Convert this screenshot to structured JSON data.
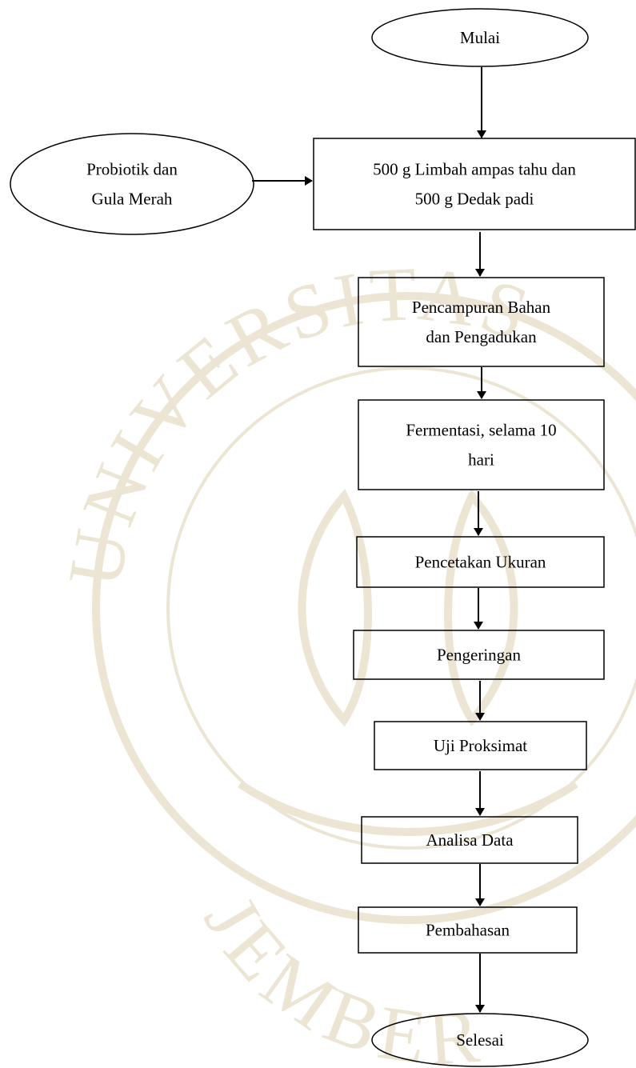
{
  "diagram": {
    "nodes": [
      {
        "id": "mulai",
        "shape": "ellipse",
        "lines": [
          "Mulai"
        ]
      },
      {
        "id": "probiotik",
        "shape": "ellipse",
        "lines": [
          "Probiotik dan",
          "Gula Merah"
        ]
      },
      {
        "id": "bahan",
        "shape": "rect",
        "lines": [
          "500 g Limbah ampas tahu dan",
          "500 g Dedak padi"
        ]
      },
      {
        "id": "pencampuran",
        "shape": "rect",
        "lines": [
          "Pencampuran Bahan",
          "dan Pengadukan"
        ]
      },
      {
        "id": "fermentasi",
        "shape": "rect",
        "lines": [
          "Fermentasi, selama 10",
          "hari"
        ]
      },
      {
        "id": "pencetakan",
        "shape": "rect",
        "lines": [
          "Pencetakan Ukuran"
        ]
      },
      {
        "id": "pengeringan",
        "shape": "rect",
        "lines": [
          "Pengeringan"
        ]
      },
      {
        "id": "uji",
        "shape": "rect",
        "lines": [
          "Uji Proksimat"
        ]
      },
      {
        "id": "analisa",
        "shape": "rect",
        "lines": [
          "Analisa Data"
        ]
      },
      {
        "id": "pembahasan",
        "shape": "rect",
        "lines": [
          "Pembahasan"
        ]
      },
      {
        "id": "selesai",
        "shape": "ellipse",
        "lines": [
          "Selesai"
        ]
      }
    ],
    "edges": [
      {
        "from": "mulai",
        "to": "bahan"
      },
      {
        "from": "probiotik",
        "to": "bahan"
      },
      {
        "from": "bahan",
        "to": "pencampuran"
      },
      {
        "from": "pencampuran",
        "to": "fermentasi"
      },
      {
        "from": "fermentasi",
        "to": "pencetakan"
      },
      {
        "from": "pencetakan",
        "to": "pengeringan"
      },
      {
        "from": "pengeringan",
        "to": "uji"
      },
      {
        "from": "uji",
        "to": "analisa"
      },
      {
        "from": "analisa",
        "to": "pembahasan"
      },
      {
        "from": "pembahasan",
        "to": "selesai"
      }
    ]
  },
  "watermark": {
    "lines": [
      "UNIVERSITAS",
      "JEMBER"
    ],
    "color": "#e6ddc8"
  }
}
